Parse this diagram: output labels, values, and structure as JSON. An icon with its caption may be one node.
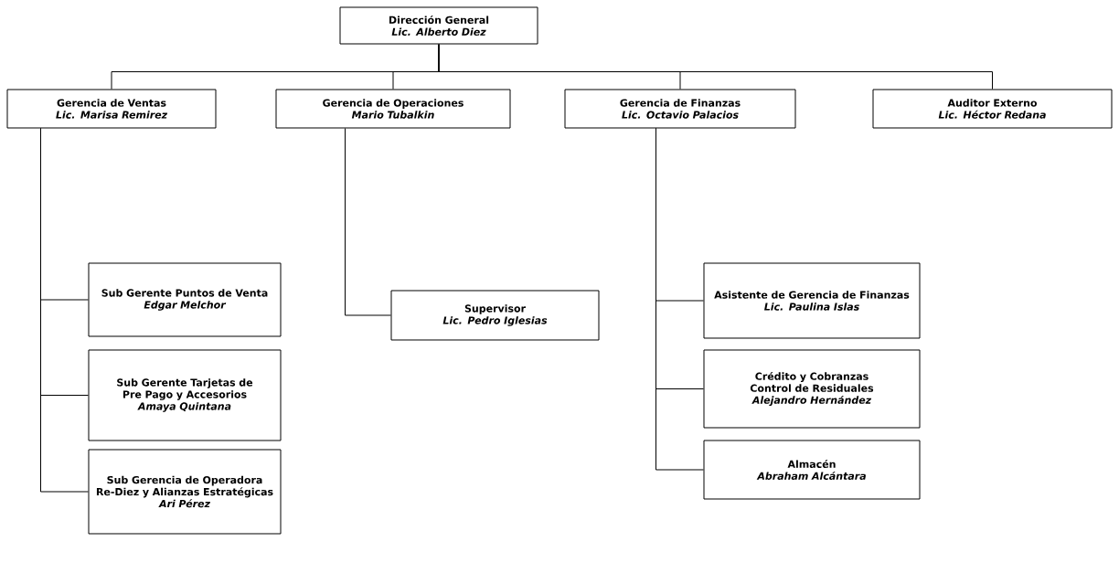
{
  "diagram": {
    "nodes": [
      {
        "text": [
          "Dirección General",
          "Lic. Alberto Diez"
        ]
      },
      {
        "text": [
          "Gerencia de Ventas",
          "Lic. Marisa Remirez"
        ]
      },
      {
        "text": [
          "Gerencia de Operaciones",
          "Mario Tubalkin"
        ]
      },
      {
        "text": [
          "Gerencia de Finanzas",
          "Lic. Octavio Palacios"
        ]
      },
      {
        "text": [
          "Auditor Externo",
          "Lic. Héctor Redana"
        ]
      },
      {
        "text": [
          "Sub Gerente Puntos de Venta",
          "Edgar Melchor"
        ]
      },
      {
        "text": [
          "Supervisor",
          "Lic. Pedro Iglesias"
        ]
      },
      {
        "text": [
          "Sub Gerente Tarjetas de Pre Pago y Accesorios",
          "Amaya Quintana"
        ]
      },
      {
        "text": [
          "Sub Gerencia de Operadora Re-Diez y Alianzas Estratégicas",
          "Ari Pérez"
        ]
      },
      {
        "text": [
          "Asistente de Gerencia de Finanzas",
          "Lic. Paulina Islas"
        ]
      },
      {
        "text": [
          "Crédito y Cobranzas Control de Residuales",
          "Alejandro Hernández"
        ]
      },
      {
        "text": [
          "Almacén",
          "Abraham Alcántara"
        ]
      }
    ],
    "edges": [
      {
        "from": 0,
        "to": 1,
        "arrow": "none"
      },
      {
        "from": 0,
        "to": 2,
        "arrow": "none"
      },
      {
        "from": 0,
        "to": 3,
        "arrow": "none"
      },
      {
        "from": 0,
        "to": 4,
        "arrow": "none"
      },
      {
        "from": 1,
        "to": 5,
        "arrow": "none"
      },
      {
        "from": 1,
        "to": 7,
        "arrow": "none"
      },
      {
        "from": 1,
        "to": 8,
        "arrow": "none"
      },
      {
        "from": 2,
        "to": 6,
        "arrow": "none"
      },
      {
        "from": 3,
        "to": 9,
        "arrow": "none"
      },
      {
        "from": 3,
        "to": 10,
        "arrow": "none"
      },
      {
        "from": 3,
        "to": 11,
        "arrow": "none"
      }
    ]
  }
}
